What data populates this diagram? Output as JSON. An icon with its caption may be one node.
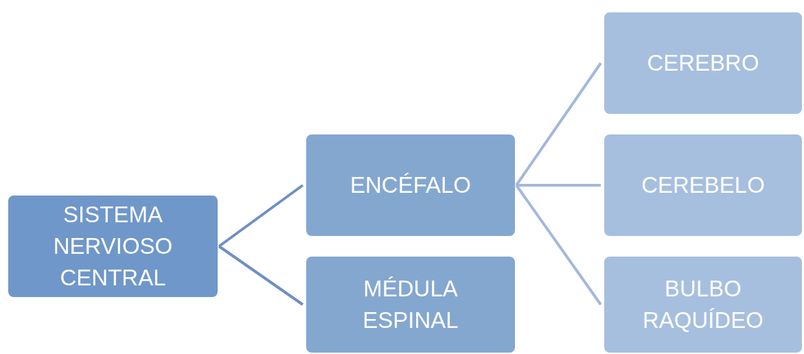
{
  "diagram": {
    "nodes": [
      {
        "text": [
          "SISTEMA NERVIOSO CENTRAL"
        ]
      },
      {
        "text": [
          "ENCÉFALO"
        ]
      },
      {
        "text": [
          "MÉDULA ESPINAL"
        ]
      },
      {
        "text": [
          "CEREBRO"
        ]
      },
      {
        "text": [
          "CEREBELO"
        ]
      },
      {
        "text": [
          "BULBO RAQUÍDEO"
        ]
      }
    ],
    "edges": [
      {
        "from": 0,
        "to": 1,
        "arrow": "none",
        "color": "#6f8fc4"
      },
      {
        "from": 0,
        "to": 2,
        "arrow": "none",
        "color": "#6f8fc4"
      },
      {
        "from": 1,
        "to": 3,
        "arrow": "none",
        "color": "#a3b8da"
      },
      {
        "from": 1,
        "to": 4,
        "arrow": "none",
        "color": "#a3b8da"
      },
      {
        "from": 1,
        "to": 5,
        "arrow": "none",
        "color": "#a3b8da"
      }
    ]
  }
}
